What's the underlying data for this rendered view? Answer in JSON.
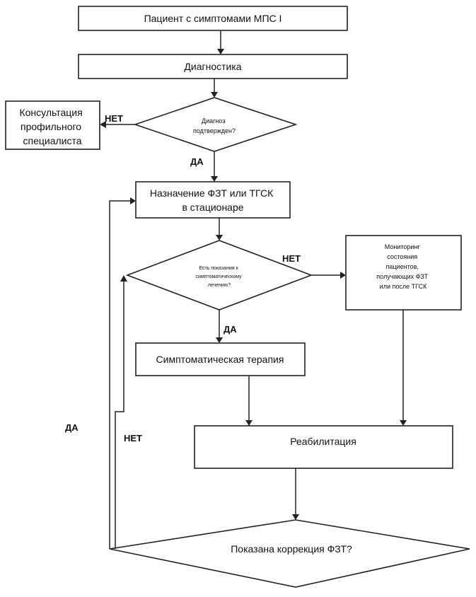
{
  "nodes": {
    "patient": "Пациент с симптомами МПС I",
    "diagnostics": "Диагностика",
    "consult": [
      "Консультация",
      "профильного",
      "специалиста"
    ],
    "diagnosis_confirmed": [
      "Диагноз",
      "подтвержден?"
    ],
    "prescription": [
      "Назначение ФЗТ или ТГСК",
      "в стационаре"
    ],
    "symptomatic_indication": [
      "Есть показания к",
      "симптоматическому",
      "лечению?"
    ],
    "monitoring": [
      "Мониторинг",
      "состояния",
      "пациентов,",
      "получающих ФЗТ",
      "или после ТГСК"
    ],
    "symptomatic_therapy": "Симптоматическая терапия",
    "rehabilitation": "Реабилитация",
    "correction": "Показана коррекция ФЗТ?"
  },
  "edge_labels": {
    "no_consult": "НЕТ",
    "yes_prescription": "ДА",
    "no_monitoring": "НЕТ",
    "yes_therapy": "ДА",
    "yes_loop": "ДА",
    "no_loop": "НЕТ"
  }
}
